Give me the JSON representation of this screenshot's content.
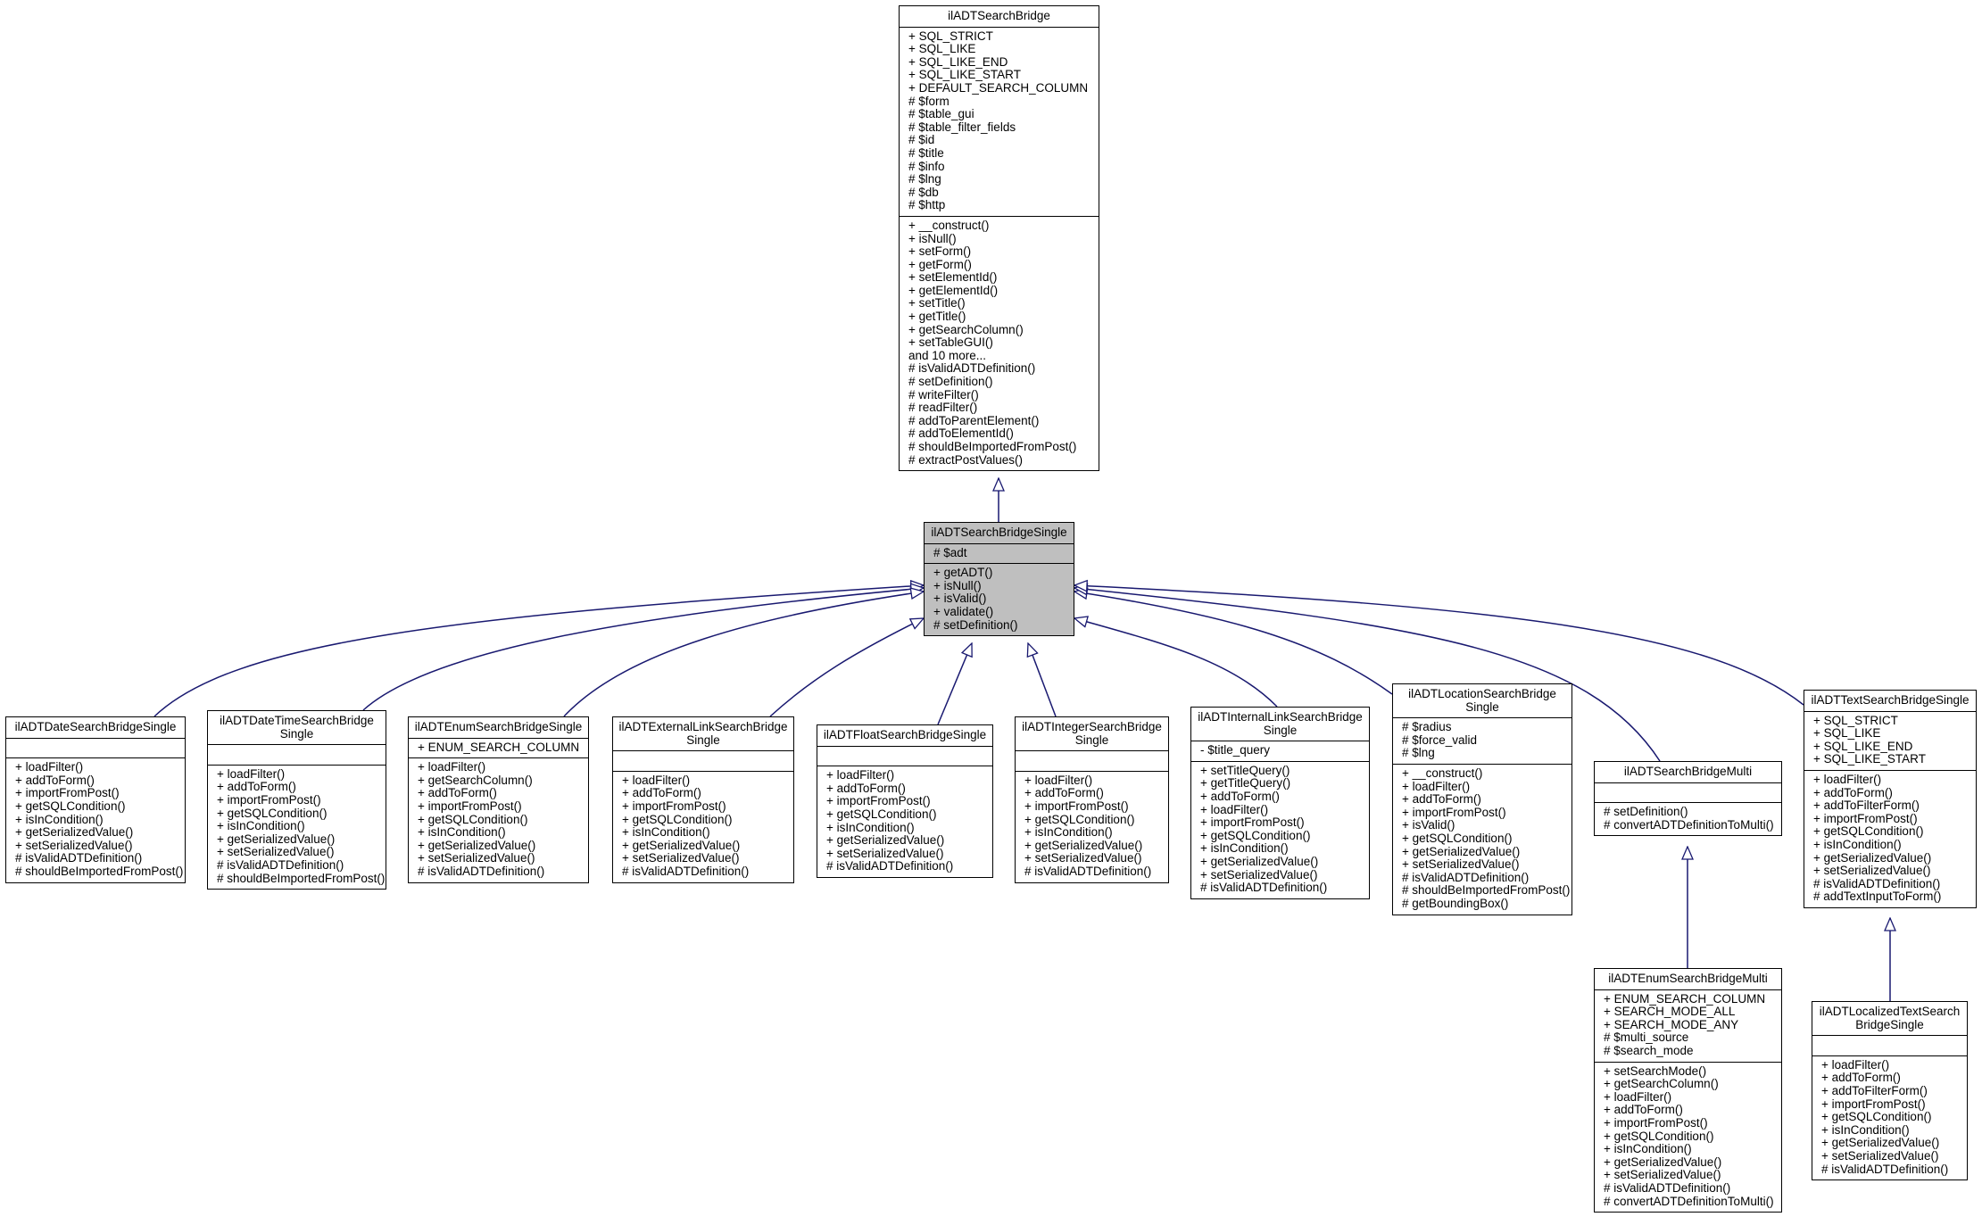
{
  "colors": {
    "edge": "#191970",
    "highlight_fill": "#bfbfbf",
    "box_border": "#000000"
  },
  "classes": [
    {
      "id": "base",
      "title": [
        "ilADTSearchBridge"
      ],
      "attributes": [
        "+ SQL_STRICT",
        "+ SQL_LIKE",
        "+ SQL_LIKE_END",
        "+ SQL_LIKE_START",
        "+ DEFAULT_SEARCH_COLUMN",
        "# $form",
        "# $table_gui",
        "# $table_filter_fields",
        "# $id",
        "# $title",
        "# $info",
        "# $lng",
        "# $db",
        "# $http"
      ],
      "methods": [
        "+ __construct()",
        "+ isNull()",
        "+ setForm()",
        "+ getForm()",
        "+ setElementId()",
        "+ getElementId()",
        "+ setTitle()",
        "+ getTitle()",
        "+ getSearchColumn()",
        "+ setTableGUI()",
        "and 10 more...",
        "# isValidADTDefinition()",
        "# setDefinition()",
        "# writeFilter()",
        "# readFilter()",
        "# addToParentElement()",
        "# addToElementId()",
        "# shouldBeImportedFromPost()",
        "# extractPostValues()"
      ]
    },
    {
      "id": "single",
      "highlighted": true,
      "title": [
        "ilADTSearchBridgeSingle"
      ],
      "attributes": [
        "# $adt"
      ],
      "methods": [
        "+ getADT()",
        "+ isNull()",
        "+ isValid()",
        "+ validate()",
        "# setDefinition()"
      ]
    },
    {
      "id": "date",
      "title": [
        "ilADTDateSearchBridgeSingle"
      ],
      "attributes": [],
      "methods": [
        "+ loadFilter()",
        "+ addToForm()",
        "+ importFromPost()",
        "+ getSQLCondition()",
        "+ isInCondition()",
        "+ getSerializedValue()",
        "+ setSerializedValue()",
        "# isValidADTDefinition()",
        "# shouldBeImportedFromPost()"
      ]
    },
    {
      "id": "datetime",
      "title": [
        "ilADTDateTimeSearchBridge",
        "Single"
      ],
      "attributes": [],
      "methods": [
        "+ loadFilter()",
        "+ addToForm()",
        "+ importFromPost()",
        "+ getSQLCondition()",
        "+ isInCondition()",
        "+ getSerializedValue()",
        "+ setSerializedValue()",
        "# isValidADTDefinition()",
        "# shouldBeImportedFromPost()"
      ]
    },
    {
      "id": "enum",
      "title": [
        "ilADTEnumSearchBridgeSingle"
      ],
      "attributes": [
        "+ ENUM_SEARCH_COLUMN"
      ],
      "methods": [
        "+ loadFilter()",
        "+ getSearchColumn()",
        "+ addToForm()",
        "+ importFromPost()",
        "+ getSQLCondition()",
        "+ isInCondition()",
        "+ getSerializedValue()",
        "+ setSerializedValue()",
        "# isValidADTDefinition()"
      ]
    },
    {
      "id": "extlink",
      "title": [
        "ilADTExternalLinkSearchBridge",
        "Single"
      ],
      "attributes": [],
      "methods": [
        "+ loadFilter()",
        "+ addToForm()",
        "+ importFromPost()",
        "+ getSQLCondition()",
        "+ isInCondition()",
        "+ getSerializedValue()",
        "+ setSerializedValue()",
        "# isValidADTDefinition()"
      ]
    },
    {
      "id": "float",
      "title": [
        "ilADTFloatSearchBridgeSingle"
      ],
      "attributes": [],
      "methods": [
        "+ loadFilter()",
        "+ addToForm()",
        "+ importFromPost()",
        "+ getSQLCondition()",
        "+ isInCondition()",
        "+ getSerializedValue()",
        "+ setSerializedValue()",
        "# isValidADTDefinition()"
      ]
    },
    {
      "id": "integer",
      "title": [
        "ilADTIntegerSearchBridge",
        "Single"
      ],
      "attributes": [],
      "methods": [
        "+ loadFilter()",
        "+ addToForm()",
        "+ importFromPost()",
        "+ getSQLCondition()",
        "+ isInCondition()",
        "+ getSerializedValue()",
        "+ setSerializedValue()",
        "# isValidADTDefinition()"
      ]
    },
    {
      "id": "intlink",
      "title": [
        "ilADTInternalLinkSearchBridge",
        "Single"
      ],
      "attributes": [
        "- $title_query"
      ],
      "methods": [
        "+ setTitleQuery()",
        "+ getTitleQuery()",
        "+ addToForm()",
        "+ loadFilter()",
        "+ importFromPost()",
        "+ getSQLCondition()",
        "+ isInCondition()",
        "+ getSerializedValue()",
        "+ setSerializedValue()",
        "# isValidADTDefinition()"
      ]
    },
    {
      "id": "location",
      "title": [
        "ilADTLocationSearchBridge",
        "Single"
      ],
      "attributes": [
        "# $radius",
        "# $force_valid",
        "# $lng"
      ],
      "methods": [
        "+ __construct()",
        "+ loadFilter()",
        "+ addToForm()",
        "+ importFromPost()",
        "+ isValid()",
        "+ getSQLCondition()",
        "+ getSerializedValue()",
        "+ setSerializedValue()",
        "# isValidADTDefinition()",
        "# shouldBeImportedFromPost()",
        "# getBoundingBox()"
      ]
    },
    {
      "id": "multi",
      "title": [
        "ilADTSearchBridgeMulti"
      ],
      "attributes": [],
      "methods": [
        "# setDefinition()",
        "# convertADTDefinitionToMulti()"
      ]
    },
    {
      "id": "text",
      "title": [
        "ilADTTextSearchBridgeSingle"
      ],
      "attributes": [
        "+ SQL_STRICT",
        "+ SQL_LIKE",
        "+ SQL_LIKE_END",
        "+ SQL_LIKE_START"
      ],
      "methods": [
        "+ loadFilter()",
        "+ addToForm()",
        "+ addToFilterForm()",
        "+ importFromPost()",
        "+ getSQLCondition()",
        "+ isInCondition()",
        "+ getSerializedValue()",
        "+ setSerializedValue()",
        "# isValidADTDefinition()",
        "# addTextInputToForm()"
      ]
    },
    {
      "id": "enummulti",
      "title": [
        "ilADTEnumSearchBridgeMulti"
      ],
      "attributes": [
        "+ ENUM_SEARCH_COLUMN",
        "+ SEARCH_MODE_ALL",
        "+ SEARCH_MODE_ANY",
        "# $multi_source",
        "# $search_mode"
      ],
      "methods": [
        "+ setSearchMode()",
        "+ getSearchColumn()",
        "+ loadFilter()",
        "+ addToForm()",
        "+ importFromPost()",
        "+ getSQLCondition()",
        "+ isInCondition()",
        "+ getSerializedValue()",
        "+ setSerializedValue()",
        "# isValidADTDefinition()",
        "# convertADTDefinitionToMulti()"
      ]
    },
    {
      "id": "localized",
      "title": [
        "ilADTLocalizedTextSearch",
        "BridgeSingle"
      ],
      "attributes": [],
      "methods": [
        "+ loadFilter()",
        "+ addToForm()",
        "+ addToFilterForm()",
        "+ importFromPost()",
        "+ getSQLCondition()",
        "+ isInCondition()",
        "+ getSerializedValue()",
        "+ setSerializedValue()",
        "# isValidADTDefinition()"
      ]
    }
  ],
  "inheritance": [
    {
      "child": "single",
      "parent": "base"
    },
    {
      "child": "date",
      "parent": "single"
    },
    {
      "child": "datetime",
      "parent": "single"
    },
    {
      "child": "enum",
      "parent": "single"
    },
    {
      "child": "extlink",
      "parent": "single"
    },
    {
      "child": "float",
      "parent": "single"
    },
    {
      "child": "integer",
      "parent": "single"
    },
    {
      "child": "intlink",
      "parent": "single"
    },
    {
      "child": "location",
      "parent": "single"
    },
    {
      "child": "multi",
      "parent": "single"
    },
    {
      "child": "text",
      "parent": "single"
    },
    {
      "child": "enummulti",
      "parent": "multi"
    },
    {
      "child": "localized",
      "parent": "text"
    }
  ]
}
